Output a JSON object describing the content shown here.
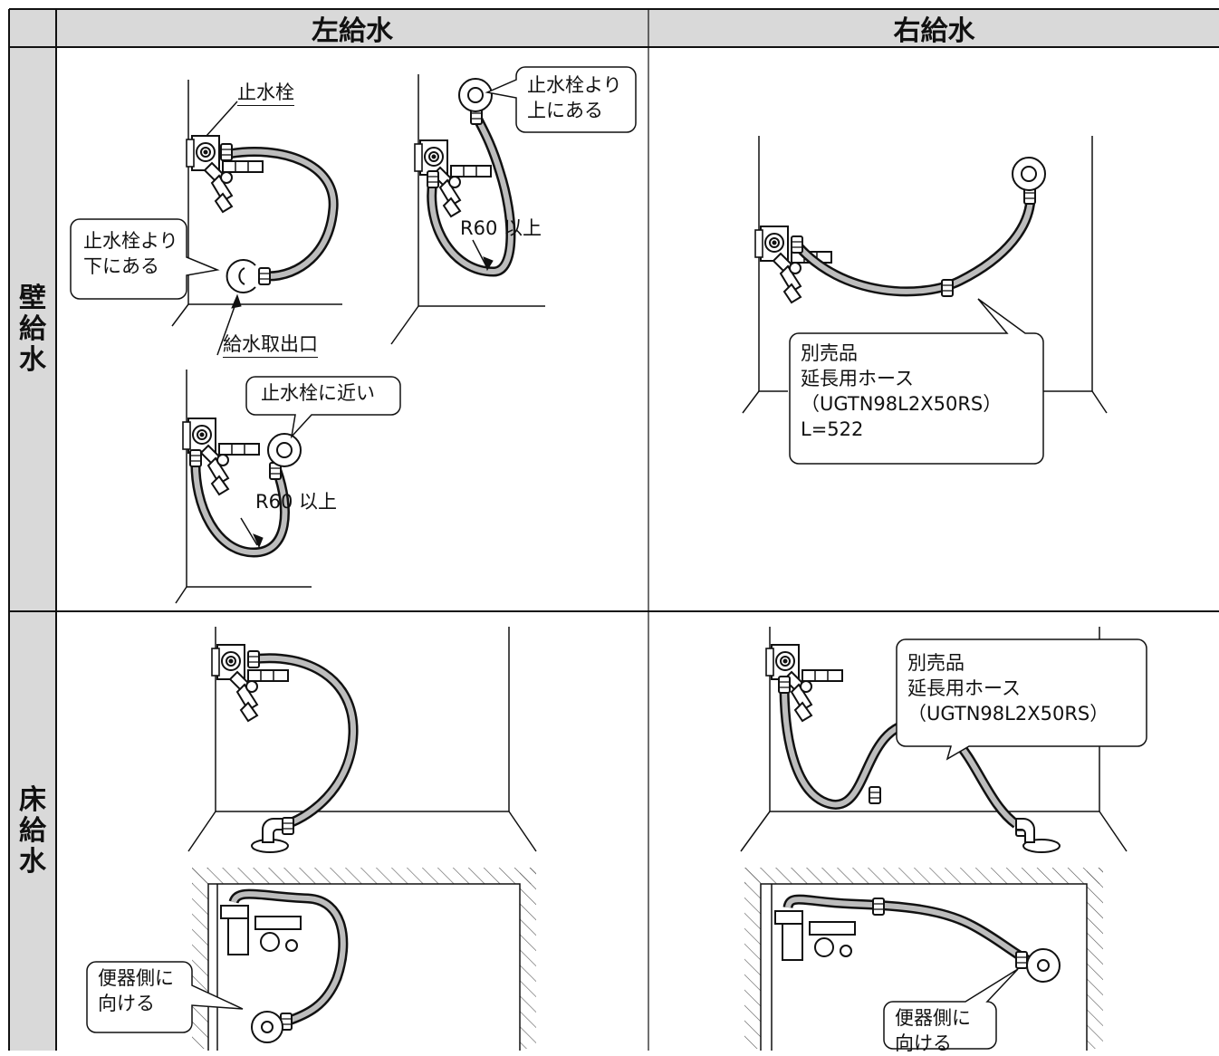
{
  "columns": {
    "left": "左給水",
    "right": "右給水"
  },
  "rows": {
    "wall": [
      "壁",
      "給",
      "水"
    ],
    "floor": [
      "床",
      "給",
      "水"
    ]
  },
  "wall_left": {
    "label_stop_valve": "止水栓",
    "bubble_below": [
      "止水栓より",
      "下にある"
    ],
    "label_outlet": "給水取出口",
    "bubble_above": [
      "止水栓より",
      "上にある"
    ],
    "radius_top": "R60 以上",
    "bubble_near": "止水栓に近い",
    "radius_bottom": "R60 以上"
  },
  "wall_right": {
    "bubble": [
      "別売品",
      "延長用ホース",
      "（UGTN98L2X50RS）",
      "L=522"
    ]
  },
  "floor_left": {
    "bubble": [
      "便器側に",
      "向ける"
    ]
  },
  "floor_right": {
    "bubble_top": [
      "別売品",
      "延長用ホース",
      "（UGTN98L2X50RS）"
    ],
    "bubble_bottom": [
      "便器側に",
      "向ける"
    ]
  }
}
